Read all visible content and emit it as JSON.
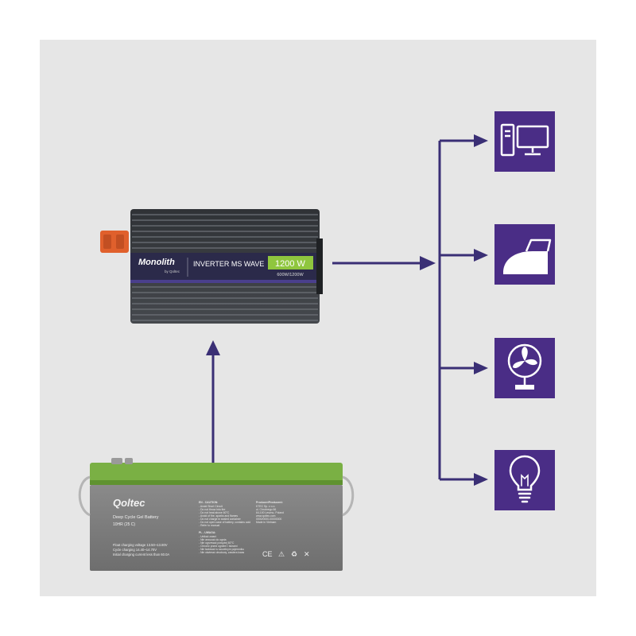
{
  "inverter": {
    "brand": "Monolith",
    "sub_brand": "by Qoltec",
    "model": "INVERTER MS WAVE",
    "power_badge": "1200 W",
    "power_rating": "600W/1200W"
  },
  "battery": {
    "brand": "Qoltec",
    "type": "Deep Cycle Gel Battery",
    "rate": "10HR (25 C)",
    "charging_lines": [
      "Float charging voltage 13.50~13.80V",
      "Cycle charging 14.40~14.70V",
      "Initial charging current less than 60.0A"
    ],
    "caution_title": "EN - CAUTION:",
    "caution_lines": [
      "- Avoid Short Circuit",
      "- Do not throw into fire",
      "- Do not heat above 60°C",
      "- Avoid of fire, sparks and flames",
      "- Do not charge in sealed container",
      "- Do not open case of battery, contains acid",
      "- Refer to manual"
    ],
    "uwaga_title": "PL - UWAGA:",
    "uwaga_lines": [
      "- Unikać zwarć",
      "- Nie wrzucać do ognia",
      "- Nie ogrzewać powyżej 60°C",
      "- Chronić przed ogniem i iskrami",
      "- Nie ładować w szczelnym pojemniku",
      "- Nie otwierać obudowy, zawiera kwas"
    ],
    "producer_lines": [
      "Producer/Producent:",
      "KTEC Sp. z o.o.",
      "ul. Chrobrego 66",
      "64-100 Leszno, Poland",
      "www.qoltec.com",
      "0000/0000-00000000",
      "Made in Vietnam"
    ],
    "cert_marks": [
      "CE",
      "⚠",
      "♻",
      "✕"
    ]
  },
  "devices": [
    {
      "name": "computer",
      "icon": "computer-icon"
    },
    {
      "name": "iron",
      "icon": "iron-icon"
    },
    {
      "name": "fan",
      "icon": "fan-icon"
    },
    {
      "name": "light-bulb",
      "icon": "light-bulb-icon"
    }
  ],
  "colors": {
    "background": "#e6e6e6",
    "accent_purple": "#4a2d86",
    "line_purple": "#3a2f75",
    "inverter_body": "#3a3d42",
    "inverter_green": "#8fc63e",
    "battery_body": "#7d7d7d",
    "battery_green": "#7ab044",
    "terminal_orange": "#e0602c"
  }
}
